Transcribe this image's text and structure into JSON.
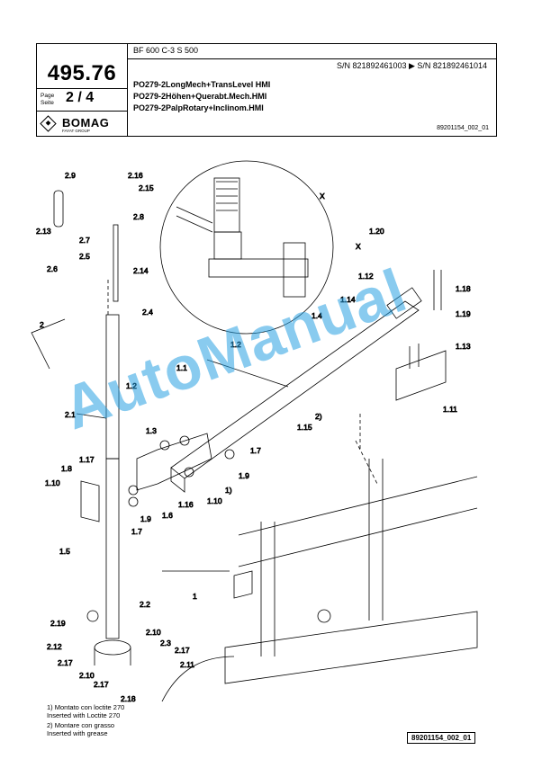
{
  "header": {
    "model": "BF 600 C-3 S 500",
    "part_number": "495.76",
    "page_label_1": "Page",
    "page_label_2": "Seite",
    "page_number": "2 / 4",
    "serial_numbers": "S/N 821892461003  ▶  S/N 821892461014",
    "descriptions": [
      "PO279-2LongMech+TransLevel HMI",
      "PO279-2Höhen+Querabt.Mech.HMI",
      "PO279-2PalpRotary+Inclinom.HMI"
    ],
    "doc_ref": "89201154_002_01",
    "logo_text": "BOMAG",
    "logo_sub": "FAYAT GROUP"
  },
  "callouts": [
    "2.9",
    "2.16",
    "2.15",
    "2.8",
    "2.13",
    "2.7",
    "2.5",
    "2.6",
    "2.14",
    "2",
    "2.4",
    "2.1",
    "1.8",
    "1.17",
    "1.10",
    "1.5",
    "1.3",
    "1.2",
    "1.1",
    "1.2",
    "1.4",
    "1.14",
    "1.20",
    "1.12",
    "1.18",
    "1.19",
    "1.13",
    "1.11",
    "1.15",
    "1.7",
    "1.9",
    "1.9",
    "1.7",
    "1.6",
    "1.16",
    "1.10",
    "1",
    "2.2",
    "2.19",
    "2.10",
    "2.3",
    "2.12",
    "2.17",
    "2.17",
    "2.11",
    "2.10",
    "2.17",
    "2.18",
    "X",
    "X"
  ],
  "callout_sup": [
    "2)",
    "1)"
  ],
  "notes": [
    "1) Montato con loctite 270",
    "    Inserted with Loctite 270",
    "2) Montare con grasso",
    "    Inserted with grease"
  ],
  "footer_ref": "89201154_002_01",
  "watermark": "AutoManual"
}
